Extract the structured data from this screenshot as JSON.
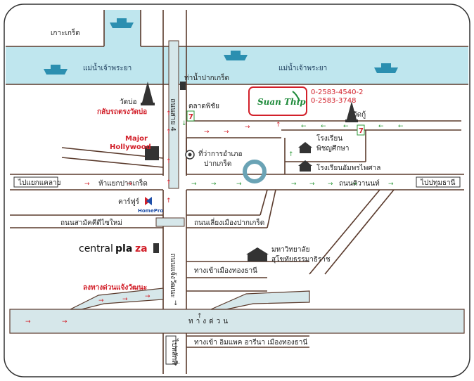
{
  "map": {
    "colors": {
      "river": "#bfe6ee",
      "expressway": "#d6e7ea",
      "road_line": "#5a3a2c",
      "label_red": "#d2202a",
      "arrow_green": "#2f9a3a",
      "arrow_red": "#d2202a",
      "brand_green": "#1e8a3a"
    },
    "labels": {
      "koh_kret": "เกาะเกร็ด",
      "river_1": "แม่น้ำเจ้าพระยา",
      "river_2": "แม่น้ำเจ้าพระยา",
      "pier": "ท่าน้ำปากเกร็ด",
      "wat_bo": "วัดบ่อ",
      "uturn_wat_bo": "กลับรถตรงวัดบ่อ",
      "market": "ตลาดพิชัย",
      "wat_ku": "วัดกู้",
      "major_hollywood_1": "Major",
      "major_hollywood_2": "Hollywood",
      "district_office_1": "ที่ว่าการอำเภอ",
      "district_office_2": "ปากเกร็ด",
      "school_1_a": "โรงเรียน",
      "school_1_b": "พิชญศึกษา",
      "school_2": "โรงเรียนอัมพรไพศาล",
      "to_khae_lai": "ไปแยกแคลาย",
      "pakkret_junction": "ห้าแยกปากเกร็ด",
      "tiwanon_rd": "ถนนติวานนท์",
      "to_pathum_thani": "ไปปทุมธานี",
      "carrefour": "คาร์ฟูร์",
      "homepro": "HomePro",
      "samakkhi_rd": "ถนนสามัคคีดีไซใหม่",
      "bypass_rd": "ถนนเลี่ยงเมืองปากเกร็ด",
      "central_a": "central",
      "central_b": "pla",
      "central_c": "za",
      "university_1": "มหาวิทยาลัย",
      "university_2": "สุโขทัยธรรมาธิราช",
      "muang_thong_entry": "ทางเข้าเมืองทองธานี",
      "to_chaengwattana": "ลงทางด่วนแจ้งวัฒนะ",
      "expressway": "ทางด่วน",
      "impact_entry": "ทางเข้า อิมแพค อารีนา เมืองทองธานี",
      "to_laksi": "ไปหลักสี่",
      "chaengwattana_rd": "ถนนแจ้งวัฒนะ",
      "road_4": "ถนนสาย 4",
      "seven_eleven": "7"
    },
    "brand": {
      "name": "Suan Thip",
      "phone_1": "0-2583-4540-2",
      "phone_2": "0-2583-3748"
    }
  }
}
